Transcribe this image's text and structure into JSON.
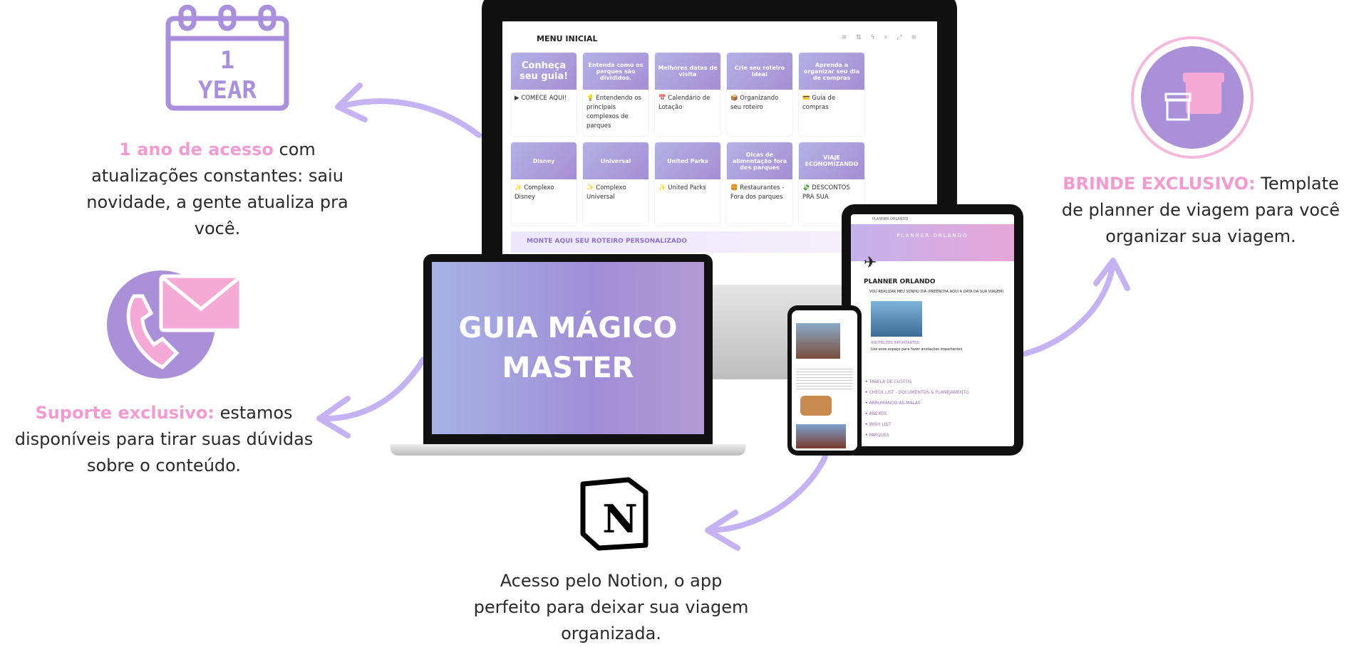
{
  "features": {
    "year": {
      "highlight": "1 ano de acesso",
      "text": " com atualizações constantes: saiu novidade, a gente atualiza pra você.",
      "icon": "calendar-1-year-icon",
      "icon_text": [
        "1",
        "YEAR"
      ]
    },
    "support": {
      "highlight": "Suporte exclusivo:",
      "text": " estamos disponíveis para tirar suas dúvidas sobre o conteúdo.",
      "icon": "phone-mail-icon"
    },
    "bonus": {
      "highlight": "BRINDE EXCLUSIVO:",
      "text": " Template de planner de viagem para você organizar sua viagem.",
      "icon": "gift-icon"
    },
    "notion": {
      "text": "Acesso pelo Notion, o app perfeito para deixar sua viagem organizada.",
      "icon": "notion-logo-icon",
      "logo_letter": "N"
    }
  },
  "monitor": {
    "menu_title": "MENU INICIAL",
    "cards": [
      {
        "cover": "Conheça seu guia!",
        "title": "COMECE AQUI!",
        "icon": "▶"
      },
      {
        "cover": "Entenda como os parques são divididos.",
        "title": "Entendendo os principais complexos de parques",
        "icon": "💡"
      },
      {
        "cover": "Melhores datas de visita",
        "title": "Calendário de Lotação",
        "icon": "📅"
      },
      {
        "cover": "Crie seu roteiro ideal",
        "title": "Organizando seu roteiro",
        "icon": "📦"
      },
      {
        "cover": "Aprenda a organizar seu dia de compras",
        "title": "Guia de compras",
        "icon": "💳"
      },
      {
        "cover": "Disney",
        "title": "Complexo Disney",
        "icon": "✨"
      },
      {
        "cover": "Universal",
        "title": "Complexo Universal",
        "icon": "✨"
      },
      {
        "cover": "United Parks",
        "title": "United Parks",
        "icon": "✨"
      },
      {
        "cover": "Dicas de alimentação fora dos parques",
        "title": "Restaurantes - Fora dos parques",
        "icon": "🍔"
      },
      {
        "cover": "VIAJE ECONOMIZANDO",
        "title": "DESCONTOS PRA SUA",
        "icon": "💸"
      }
    ],
    "banner": "MONTE AQUI SEU ROTEIRO PERSONALIZADO"
  },
  "laptop": {
    "title_line1": "GUIA MÁGICO",
    "title_line2": "MASTER"
  },
  "tablet": {
    "tab_title": "PLANNER ORLANDO",
    "cover_text": "PLANNER ORLANDO",
    "page_title": "PLANNER ORLANDO",
    "dream": "VOU REALIZAR MEU SONHO DIA (PREENCHA AQUI A DATA DA SUA VIAGEM)",
    "notes_title": "ANOTAÇÕES IMPORTANTES:",
    "notes_text": "Use esse espaço para fazer anotações importantes",
    "list": [
      "TABELA DE CUSTOS",
      "CHECK LIST - DOCUMENTOS & PLANEJAMENTO",
      "ARRUMANDO AS MALAS",
      "ANEXOS",
      "WISH LIST",
      "PARQUES"
    ]
  },
  "colors": {
    "accent_pink": "#f29bd0",
    "lavender": "#b9a6ee",
    "purple": "#a68ed4"
  }
}
